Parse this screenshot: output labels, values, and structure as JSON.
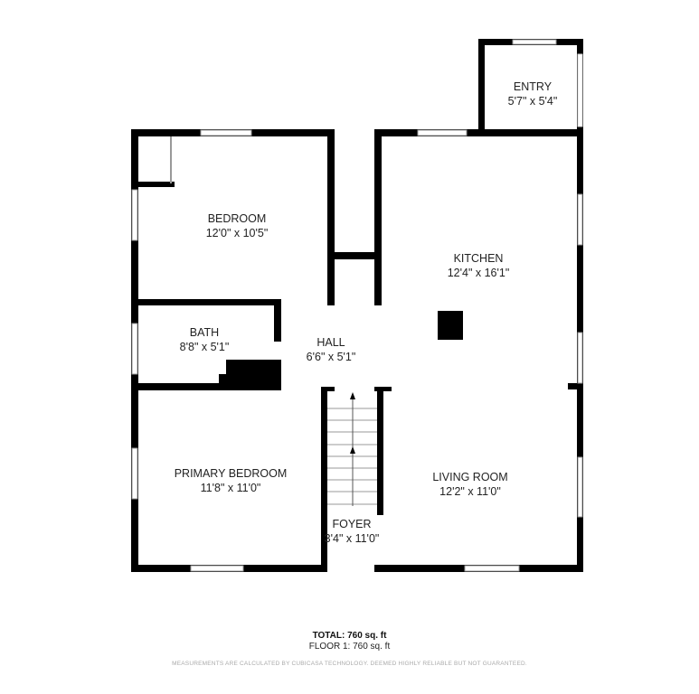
{
  "rooms": [
    {
      "name": "ENTRY",
      "size": "5'7\" x 5'4\""
    },
    {
      "name": "BEDROOM",
      "size": "12'0\" x 10'5\""
    },
    {
      "name": "KITCHEN",
      "size": "12'4\" x 16'1\""
    },
    {
      "name": "BATH",
      "size": "8'8\" x 5'1\""
    },
    {
      "name": "HALL",
      "size": "6'6\" x 5'1\""
    },
    {
      "name": "PRIMARY BEDROOM",
      "size": "11'8\" x 11'0\""
    },
    {
      "name": "LIVING ROOM",
      "size": "12'2\" x 11'0\""
    },
    {
      "name": "FOYER",
      "size": "3'4\" x 11'0\""
    }
  ],
  "footer": {
    "total": "TOTAL: 760 sq. ft",
    "floor": "FLOOR 1: 760 sq. ft",
    "disclaimer": "MEASUREMENTS ARE CALCULATED BY CUBICASA TECHNOLOGY. DEEMED HIGHLY RELIABLE BUT NOT GUARANTEED."
  },
  "colors": {
    "wall": "#000000",
    "window": "#ffffff",
    "disclaimer": "#aaaaaa"
  }
}
